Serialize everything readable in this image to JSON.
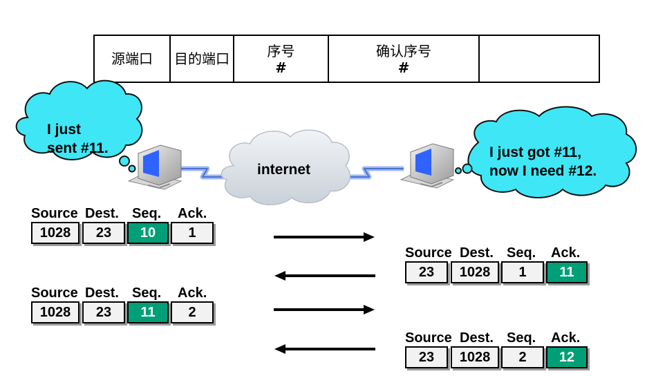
{
  "header_fields": [
    {
      "label": "源端口",
      "sub": ""
    },
    {
      "label": "目的端口",
      "sub": ""
    },
    {
      "label": "序号",
      "sub": "#"
    },
    {
      "label": "确认序号",
      "sub": "#"
    },
    {
      "label": "",
      "sub": ""
    }
  ],
  "left_bubble": {
    "line1": "I just",
    "line2": "sent #11."
  },
  "right_bubble": {
    "line1": "I just got #11,",
    "line2": "now I need #12."
  },
  "network_label": "internet",
  "column_headers": {
    "source": "Source",
    "dest": "Dest.",
    "seq": "Seq.",
    "ack": "Ack."
  },
  "segments": [
    {
      "source": "1028",
      "dest": "23",
      "seq": "10",
      "ack": "1",
      "highlight": "seq"
    },
    {
      "source": "23",
      "dest": "1028",
      "seq": "1",
      "ack": "11",
      "highlight": "ack"
    },
    {
      "source": "1028",
      "dest": "23",
      "seq": "11",
      "ack": "2",
      "highlight": "seq"
    },
    {
      "source": "23",
      "dest": "1028",
      "seq": "2",
      "ack": "12",
      "highlight": "ack"
    }
  ],
  "colors": {
    "highlight": "#009f77",
    "cloud": "#dde3ea",
    "bubble": "#3fe6f5"
  }
}
